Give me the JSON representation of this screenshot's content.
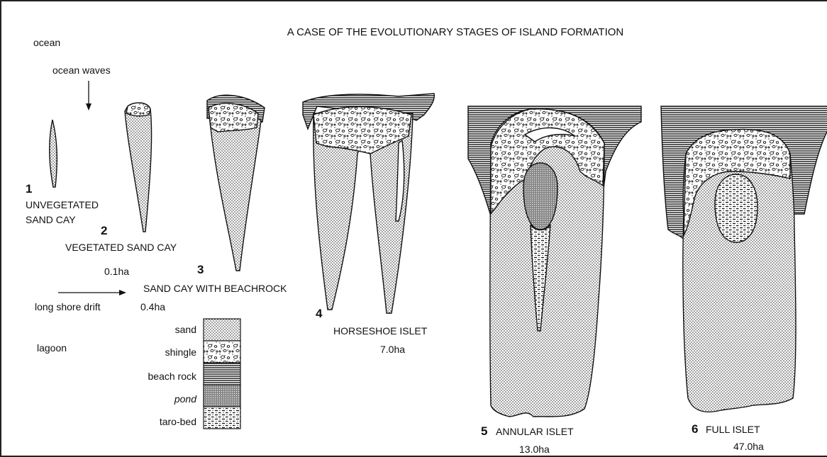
{
  "title": "A CASE OF THE EVOLUTIONARY STAGES OF ISLAND FORMATION",
  "ocean_label": "ocean",
  "waves_label": "ocean waves",
  "drift_label": "long shore drift",
  "lagoon_label": "lagoon",
  "stages": [
    {
      "number": "1",
      "name_line1": "UNVEGETATED",
      "name_line2": "SAND CAY",
      "area": ""
    },
    {
      "number": "2",
      "name": "VEGETATED SAND CAY",
      "area": "0.1ha"
    },
    {
      "number": "3",
      "name": "SAND CAY WITH BEACHROCK",
      "area": "0.4ha"
    },
    {
      "number": "4",
      "name": "HORSESHOE ISLET",
      "area": "7.0ha"
    },
    {
      "number": "5",
      "name": "ANNULAR ISLET",
      "area": "13.0ha"
    },
    {
      "number": "6",
      "name": "FULL ISLET",
      "area": "47.0ha"
    }
  ],
  "legend": [
    {
      "label": "sand",
      "pattern": "sand-dots"
    },
    {
      "label": "shingle",
      "pattern": "shingle-pebbles"
    },
    {
      "label": "beach rock",
      "pattern": "horizontal-lines"
    },
    {
      "label": "pond",
      "pattern": "dense-grey"
    },
    {
      "label": "taro-bed",
      "pattern": "dashes"
    }
  ]
}
